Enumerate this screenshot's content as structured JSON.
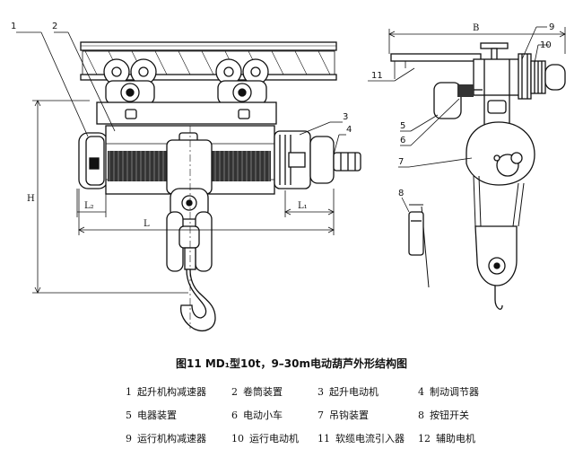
{
  "caption": "图11  MD₁型10t，9–30m电动葫芦外形结构图",
  "dimensions": {
    "H": "H",
    "L": "L",
    "L1": "L₁",
    "L2": "L₂",
    "B": "B"
  },
  "callouts": {
    "c1": "1",
    "c2": "2",
    "c3": "3",
    "c4": "4",
    "c5": "5",
    "c6": "6",
    "c7": "7",
    "c8": "8",
    "c9": "9",
    "c10": "10",
    "c11": "11"
  },
  "legend": [
    {
      "num": "1",
      "label": "起升机构减速器"
    },
    {
      "num": "2",
      "label": "卷筒装置"
    },
    {
      "num": "3",
      "label": "起升电动机"
    },
    {
      "num": "4",
      "label": "制动调节器"
    },
    {
      "num": "5",
      "label": "电器装置"
    },
    {
      "num": "6",
      "label": "电动小车"
    },
    {
      "num": "7",
      "label": "吊钩装置"
    },
    {
      "num": "8",
      "label": "按钮开关"
    },
    {
      "num": "9",
      "label": "运行机构减速器"
    },
    {
      "num": "10",
      "label": "运行电动机"
    },
    {
      "num": "11",
      "label": "软缆电流引入器"
    },
    {
      "num": "12",
      "label": "辅助电机"
    }
  ]
}
